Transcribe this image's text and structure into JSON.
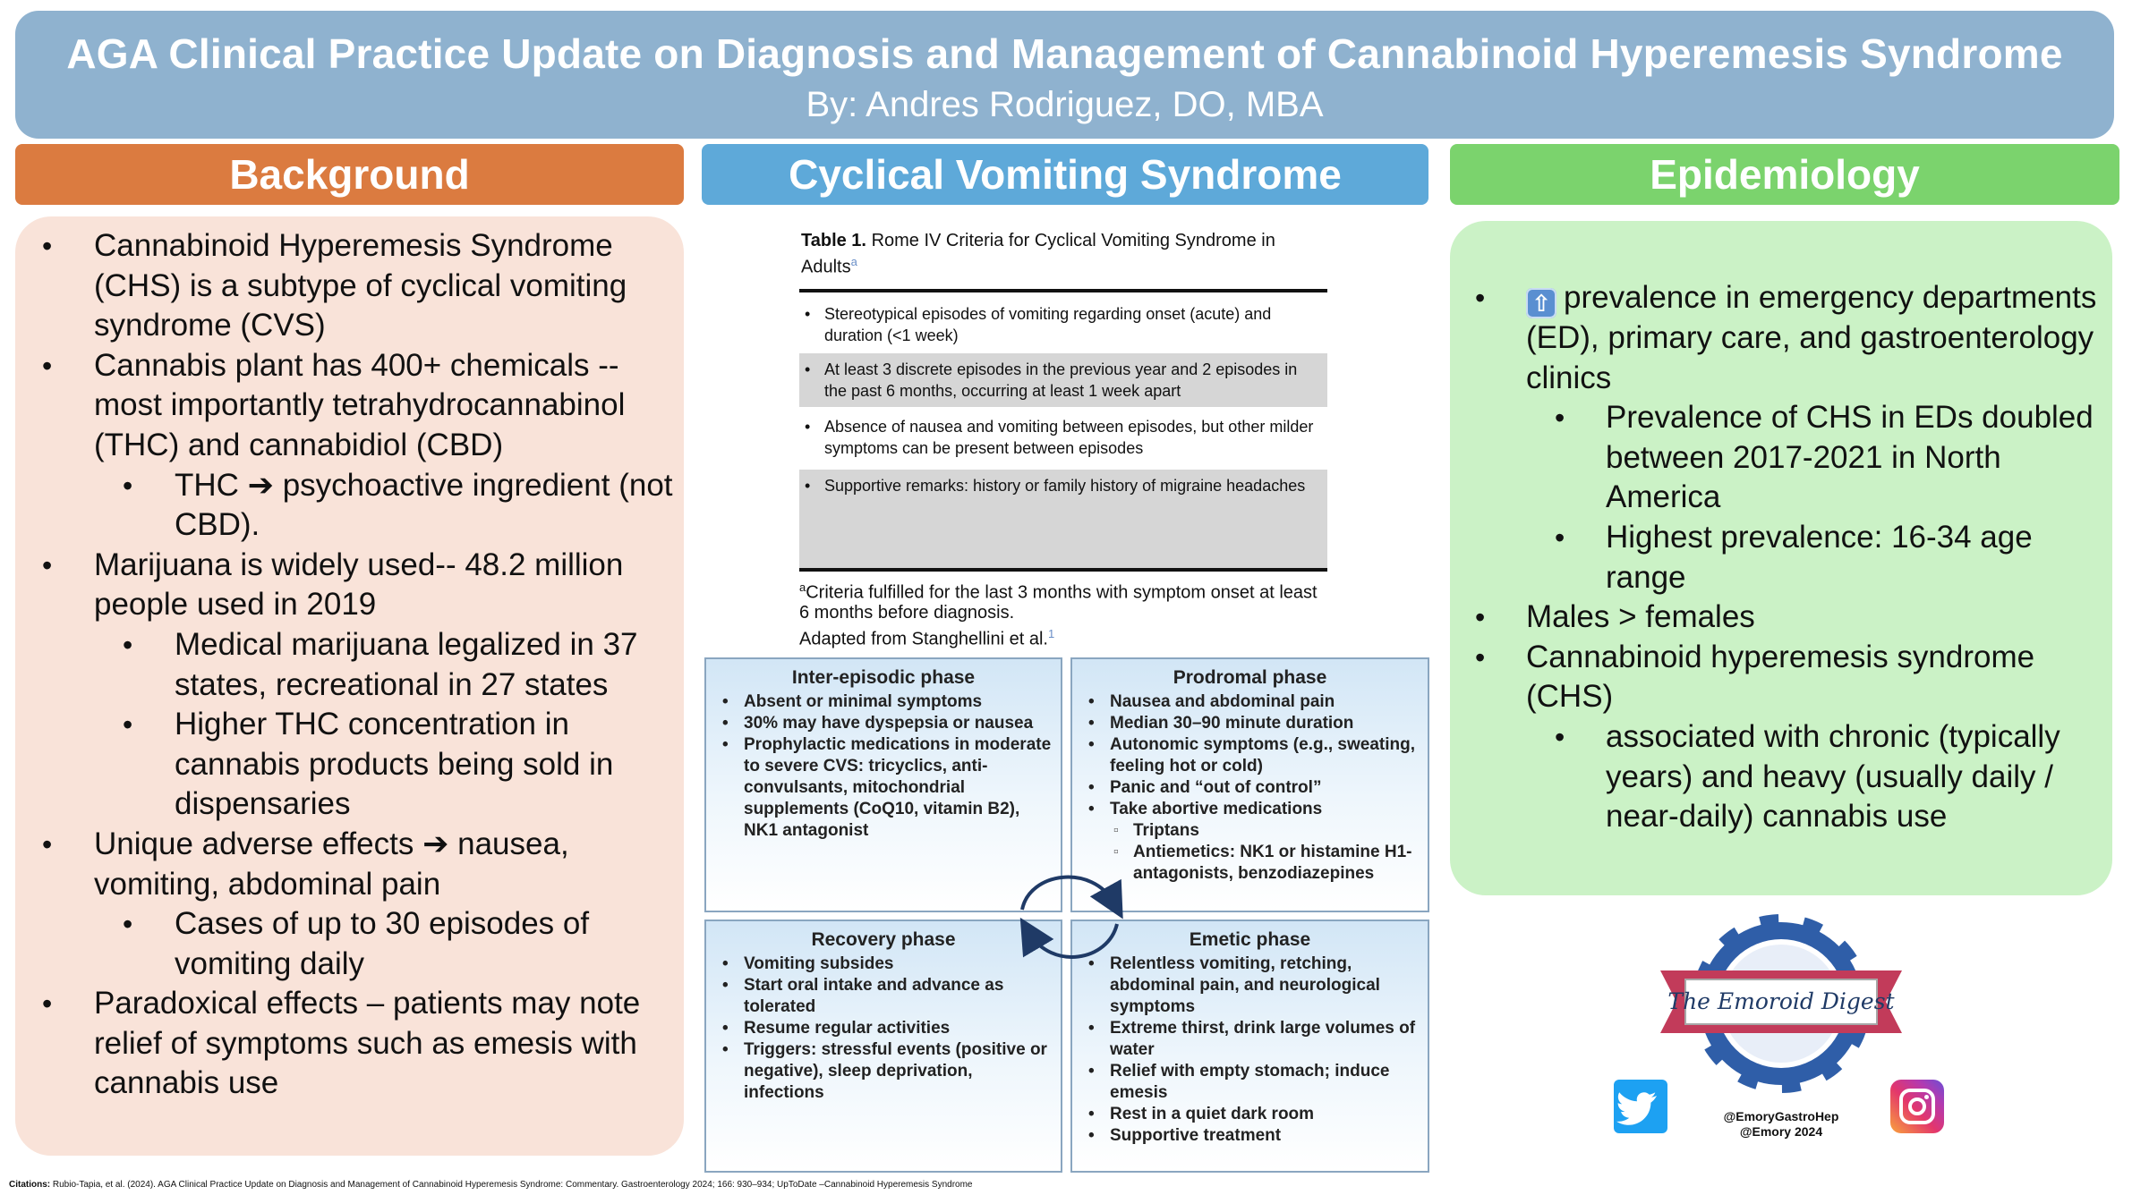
{
  "header": {
    "title": "AGA Clinical Practice Update on Diagnosis and Management of Cannabinoid Hyperemesis Syndrome",
    "byline": "By: Andres Rodriguez, DO, MBA"
  },
  "sections": {
    "background": "Background",
    "cvs": "Cyclical Vomiting Syndrome",
    "epidemiology": "Epidemiology"
  },
  "background_items": [
    {
      "text": "Cannabinoid Hyperemesis Syndrome (CHS) is a subtype of cyclical vomiting syndrome (CVS)"
    },
    {
      "text": "Cannabis plant has 400+ chemicals -- most importantly tetrahydrocannabinol (THC) and cannabidiol (CBD)"
    },
    {
      "text": "THC ➔ psychoactive ingredient (not CBD)."
    },
    {
      "text": "Marijuana is widely used-- 48.2 million people used in 2019"
    },
    {
      "text": "Medical marijuana legalized in 37 states, recreational in 27 states"
    },
    {
      "text": "Higher THC concentration in cannabis products being sold in dispensaries"
    },
    {
      "text": "Unique adverse effects ➔ nausea, vomiting, abdominal pain"
    },
    {
      "text": "Cases of up to 30 episodes of vomiting daily"
    },
    {
      "text": "Paradoxical effects – patients may note relief of symptoms such as emesis with cannabis use"
    }
  ],
  "table": {
    "label": "Table 1.",
    "caption": "Rome IV Criteria for Cyclical Vomiting Syndrome in Adults",
    "caption_mark": "a",
    "rows": [
      "Stereotypical episodes of vomiting regarding onset (acute) and duration (<1 week)",
      "At least 3 discrete episodes in the previous year and 2 episodes in the past 6 months, occurring at least 1 week apart",
      "Absence of nausea and vomiting between episodes, but other milder symptoms can be present between episodes",
      "Supportive remarks: history or family history of migraine headaches"
    ],
    "footnote_mark": "a",
    "footnote": "Criteria fulfilled for the last 3 months with symptom onset at least 6 months before diagnosis.",
    "adapted": "Adapted from Stanghellini et al.",
    "adapted_ref": "1"
  },
  "phases": {
    "inter": {
      "title": "Inter-episodic phase",
      "items": [
        "Absent or minimal symptoms",
        "30% may have dyspepsia or nausea",
        "Prophylactic medications in moderate to severe CVS: tricyclics, anti-convulsants, mitochondrial supplements (CoQ10, vitamin B2), NK1 antagonist"
      ]
    },
    "prodromal": {
      "title": "Prodromal phase",
      "items": [
        "Nausea and abdominal pain",
        "Median 30–90 minute duration",
        "Autonomic symptoms (e.g., sweating, feeling hot or cold)",
        "Panic and “out of control”",
        "Take abortive medications"
      ],
      "subitems": [
        "Triptans",
        "Antiemetics: NK1 or histamine H1-antagonists, benzodiazepines"
      ]
    },
    "recovery": {
      "title": "Recovery phase",
      "items": [
        "Vomiting subsides",
        "Start oral intake and advance as tolerated",
        "Resume regular activities",
        "Triggers: stressful events (positive or negative), sleep deprivation, infections"
      ]
    },
    "emetic": {
      "title": "Emetic phase",
      "items": [
        "Relentless vomiting, retching, abdominal pain, and neurological symptoms",
        "Extreme thirst, drink large volumes of water",
        "Relief with empty stomach; induce emesis",
        "Rest in a quiet dark room",
        "Supportive treatment"
      ]
    }
  },
  "epidemiology_items": [
    {
      "text": "prevalence in emergency departments (ED), primary care, and gastroenterology clinics"
    },
    {
      "text": "Prevalence of CHS in EDs doubled between 2017-2021 in North America"
    },
    {
      "text": "Highest prevalence: 16-34 age range"
    },
    {
      "text": "Males > females"
    },
    {
      "text": "Cannabinoid hyperemesis syndrome (CHS)"
    },
    {
      "text": "associated with chronic (typically years) and heavy (usually daily / near-daily) cannabis use"
    }
  ],
  "logo": {
    "text": "The Emoroid Digest"
  },
  "social": {
    "handle": "@EmoryGastroHep",
    "copyright": "@Emory 2024"
  },
  "citation": {
    "label": "Citations:",
    "text": "Rubio-Tapia, et al. (2024). AGA Clinical Practice Update on Diagnosis and Management of Cannabinoid Hyperemesis Syndrome: Commentary. Gastroenterology 2024; 166: 930–934;  UpToDate –Cannabinoid Hyperemesis Syndrome"
  },
  "colors": {
    "header": "#8fb2cf",
    "background_heading": "#db7b40",
    "cvs_heading": "#5ea9d9",
    "epidemiology_heading": "#7bd36d",
    "background_panel": "#f9e3d9",
    "epidemiology_panel": "#cbf2c6",
    "arrow": "#1f3a66"
  },
  "icons": [
    "up-arrow-icon",
    "cycle-arrows-icon",
    "twitter-icon",
    "instagram-icon"
  ]
}
